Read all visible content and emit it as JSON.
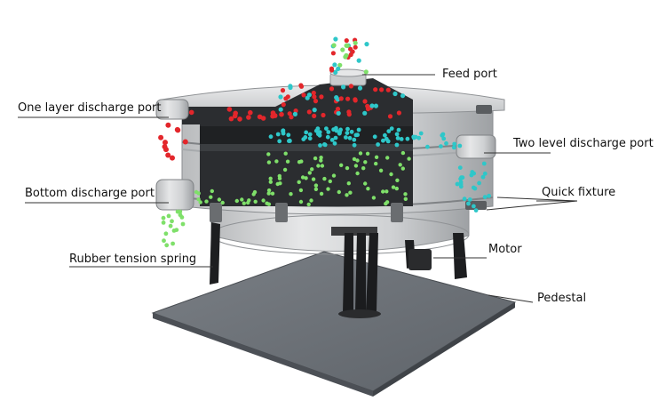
{
  "labels": {
    "feed_port": "Feed port",
    "one_layer_discharge_port": "One layer discharge port",
    "two_level_discharge_port": "Two level discharge port",
    "bottom_discharge_port": "Bottom discharge port",
    "quick_fixture": "Quick fixture",
    "rubber_tension_spring": "Rubber tension spring",
    "motor": "Motor",
    "pedestal": "Pedestal"
  },
  "colors": {
    "red_particles": "#e3262b",
    "cyan_particles": "#2ec7c9",
    "green_particles": "#7fe06a",
    "cutaway_fill": "#2b2d30",
    "steel_light": "#d9dadb",
    "steel_dark": "#9fa2a5",
    "pedestal": "#6d7278"
  }
}
